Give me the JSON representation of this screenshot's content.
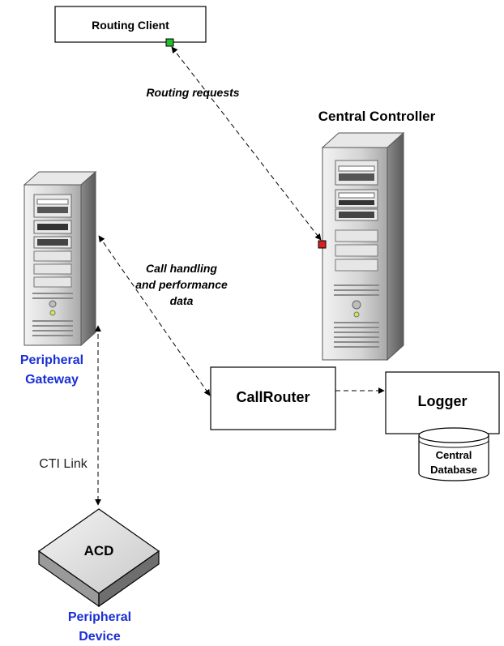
{
  "labels": {
    "routing_client": "Routing Client",
    "routing_requests": "Routing requests",
    "central_controller": "Central Controller",
    "call_handling_line1": "Call handling",
    "call_handling_line2": "and performance",
    "call_handling_line3": "data",
    "peripheral_gateway_line1": "Peripheral",
    "peripheral_gateway_line2": "Gateway",
    "callrouter": "CallRouter",
    "logger": "Logger",
    "central_database_line1": "Central",
    "central_database_line2": "Database",
    "cti_link": "CTI Link",
    "acd": "ACD",
    "peripheral_device_line1": "Peripheral",
    "peripheral_device_line2": "Device"
  },
  "colors": {
    "blue_label": "#1a2fd6",
    "connector_green": "#22c02a",
    "connector_red": "#d62020",
    "line": "#000000",
    "server_light": "#d9d9d9",
    "server_dark": "#8c8c8c"
  },
  "icons": {
    "gateway_server": "tower-server-icon",
    "central_server": "tower-server-icon",
    "database": "database-cylinder-icon",
    "acd": "acd-box-icon"
  }
}
